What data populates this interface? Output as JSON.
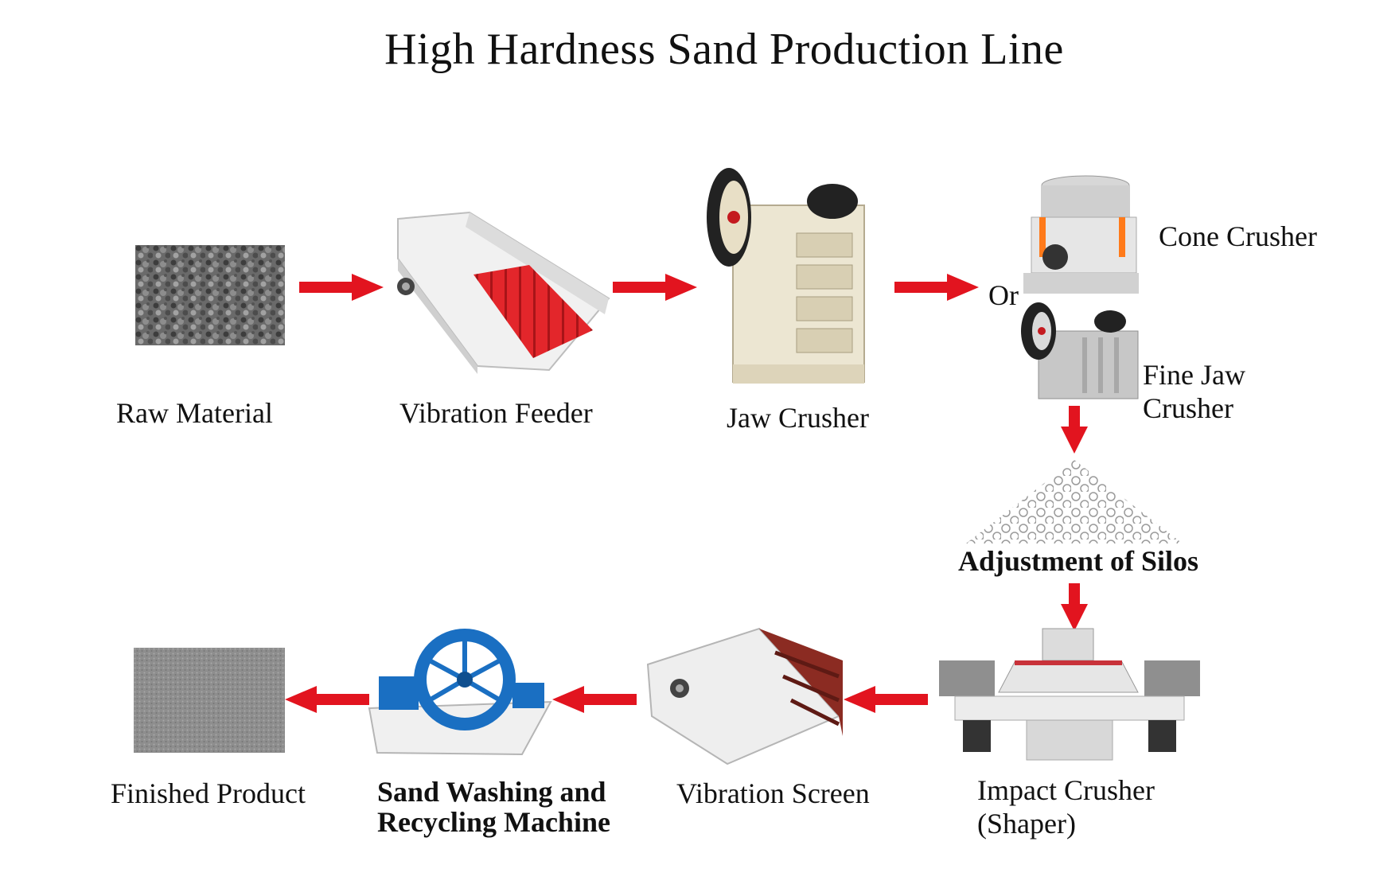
{
  "title": "High Hardness Sand Production Line",
  "colors": {
    "arrow": "#e2141f",
    "feeder_plate": "#e3262b",
    "machine_cream": "#ece6d2",
    "washer_blue": "#1a6fc2",
    "screen_red": "#8b2b22"
  },
  "nodes": {
    "raw_material": "Raw Material",
    "vibration_feeder": "Vibration Feeder",
    "jaw_crusher": "Jaw Crusher",
    "or": "Or",
    "cone_crusher": "Cone Crusher",
    "fine_jaw_crusher_line1": "Fine Jaw",
    "fine_jaw_crusher_line2": "Crusher",
    "adjustment_of_silos": "Adjustment of Silos",
    "impact_crusher_line1": "Impact Crusher",
    "impact_crusher_line2": "(Shaper)",
    "vibration_screen": "Vibration Screen",
    "sand_washing_line1": "Sand Washing and",
    "sand_washing_line2": "Recycling Machine",
    "finished_product": "Finished Product"
  },
  "icons": [
    "gravel-image",
    "vibration-feeder-image",
    "jaw-crusher-image",
    "cone-crusher-image",
    "fine-jaw-crusher-image",
    "silo-pile-image",
    "impact-crusher-image",
    "vibration-screen-image",
    "sand-washing-machine-image",
    "fine-sand-image"
  ]
}
